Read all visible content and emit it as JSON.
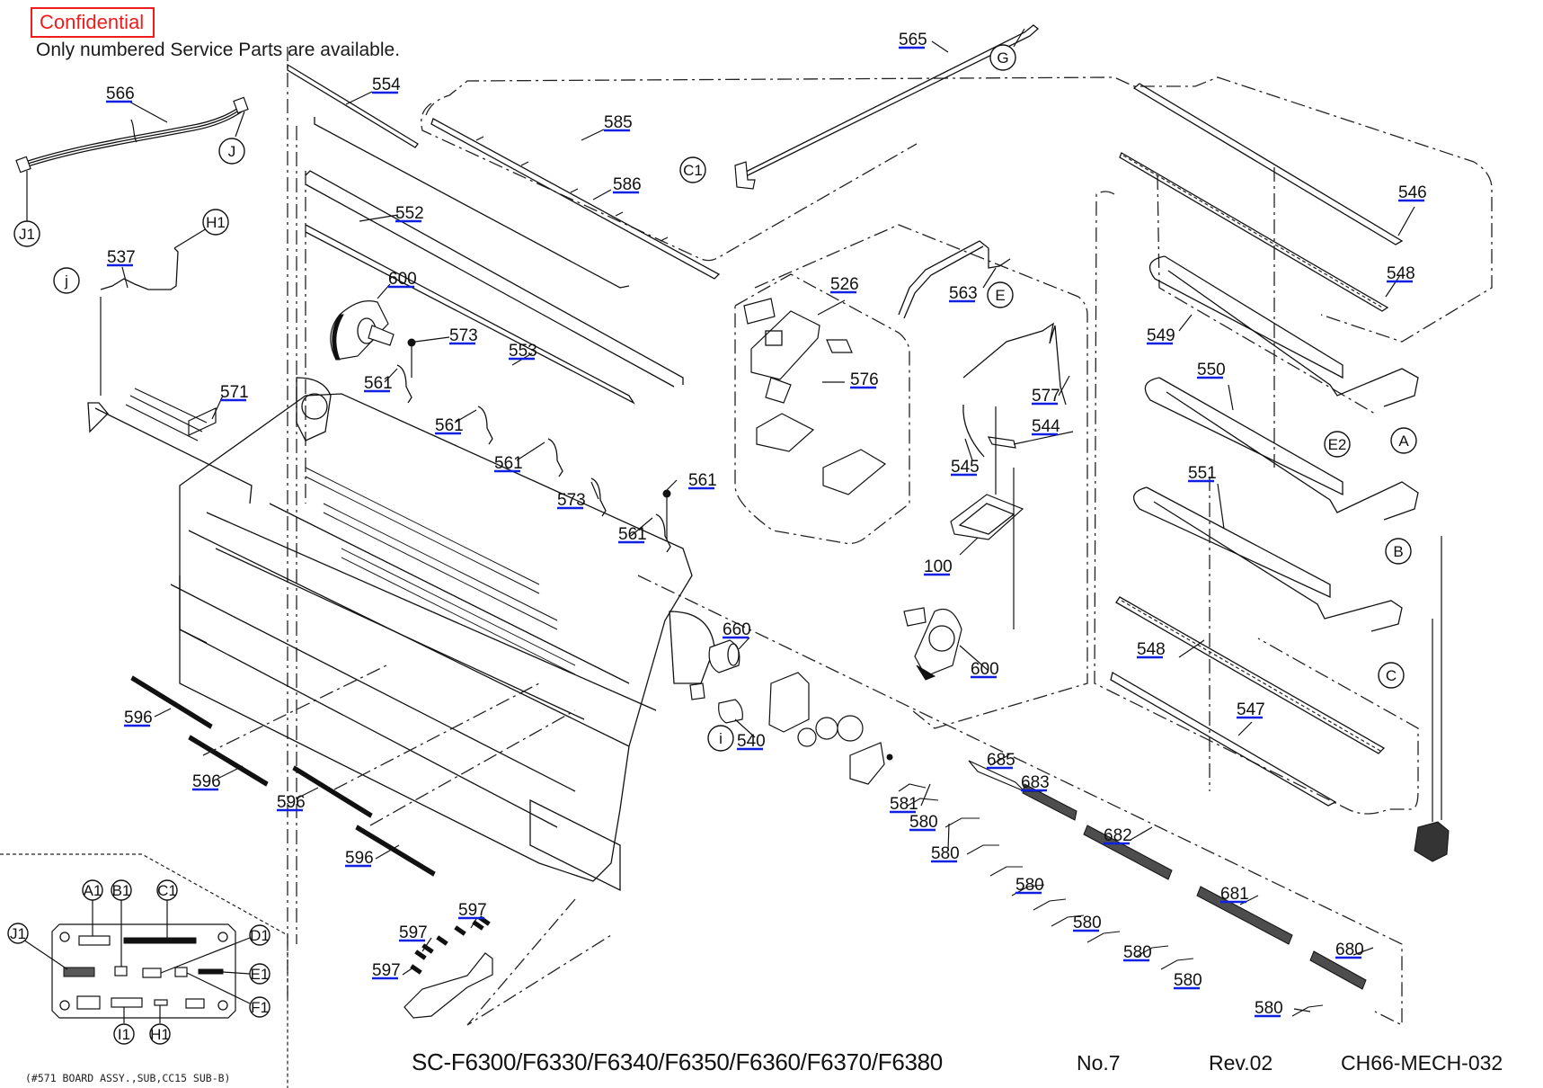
{
  "header": {
    "confidential_label": "Confidential",
    "notice": "Only numbered Service Parts are available."
  },
  "footer": {
    "models": "SC-F6300/F6330/F6340/F6350/F6360/F6370/F6380",
    "page_no": "No.7",
    "revision": "Rev.02",
    "doc_code": "CH66-MECH-032"
  },
  "board_inset": {
    "caption": "(#571 BOARD ASSY.,SUB,CC15 SUB-B)",
    "connectors": [
      "A1",
      "B1",
      "C1",
      "D1",
      "E1",
      "F1",
      "H1",
      "I1",
      "J1"
    ]
  },
  "part_labels": [
    {
      "id": "p566",
      "text": "566"
    },
    {
      "id": "p554",
      "text": "554"
    },
    {
      "id": "p565",
      "text": "565"
    },
    {
      "id": "p585",
      "text": "585"
    },
    {
      "id": "p586",
      "text": "586"
    },
    {
      "id": "p552",
      "text": "552"
    },
    {
      "id": "p537",
      "text": "537"
    },
    {
      "id": "p600a",
      "text": "600"
    },
    {
      "id": "p573a",
      "text": "573"
    },
    {
      "id": "p553",
      "text": "553"
    },
    {
      "id": "p561a",
      "text": "561"
    },
    {
      "id": "p571",
      "text": "571"
    },
    {
      "id": "p561b",
      "text": "561"
    },
    {
      "id": "p561c",
      "text": "561"
    },
    {
      "id": "p561d",
      "text": "561"
    },
    {
      "id": "p573b",
      "text": "573"
    },
    {
      "id": "p561e",
      "text": "561"
    },
    {
      "id": "p526",
      "text": "526"
    },
    {
      "id": "p576",
      "text": "576"
    },
    {
      "id": "p563",
      "text": "563"
    },
    {
      "id": "p577",
      "text": "577"
    },
    {
      "id": "p544",
      "text": "544"
    },
    {
      "id": "p545",
      "text": "545"
    },
    {
      "id": "p100",
      "text": "100"
    },
    {
      "id": "p546",
      "text": "546"
    },
    {
      "id": "p548a",
      "text": "548"
    },
    {
      "id": "p549",
      "text": "549"
    },
    {
      "id": "p550",
      "text": "550"
    },
    {
      "id": "p551",
      "text": "551"
    },
    {
      "id": "p548b",
      "text": "548"
    },
    {
      "id": "p547",
      "text": "547"
    },
    {
      "id": "p660",
      "text": "660"
    },
    {
      "id": "p600b",
      "text": "600"
    },
    {
      "id": "p540",
      "text": "540"
    },
    {
      "id": "p596a",
      "text": "596"
    },
    {
      "id": "p596b",
      "text": "596"
    },
    {
      "id": "p596c",
      "text": "596"
    },
    {
      "id": "p596d",
      "text": "596"
    },
    {
      "id": "p685",
      "text": "685"
    },
    {
      "id": "p683",
      "text": "683"
    },
    {
      "id": "p581",
      "text": "581"
    },
    {
      "id": "p580a",
      "text": "580"
    },
    {
      "id": "p682",
      "text": "682"
    },
    {
      "id": "p580b",
      "text": "580"
    },
    {
      "id": "p580c",
      "text": "580"
    },
    {
      "id": "p681",
      "text": "681"
    },
    {
      "id": "p580d",
      "text": "580"
    },
    {
      "id": "p580e",
      "text": "580"
    },
    {
      "id": "p580f",
      "text": "580"
    },
    {
      "id": "p680",
      "text": "680"
    },
    {
      "id": "p580g",
      "text": "580"
    },
    {
      "id": "p597a",
      "text": "597"
    },
    {
      "id": "p597b",
      "text": "597"
    },
    {
      "id": "p597c",
      "text": "597"
    }
  ],
  "connector_refs": [
    {
      "id": "cJ",
      "text": "J"
    },
    {
      "id": "cJ1",
      "text": "J1"
    },
    {
      "id": "cH1",
      "text": "H1"
    },
    {
      "id": "cj",
      "text": "j"
    },
    {
      "id": "cG",
      "text": "G"
    },
    {
      "id": "cC1",
      "text": "C1"
    },
    {
      "id": "cE",
      "text": "E"
    },
    {
      "id": "cE2",
      "text": "E2"
    },
    {
      "id": "cA",
      "text": "A"
    },
    {
      "id": "cB",
      "text": "B"
    },
    {
      "id": "cC",
      "text": "C"
    },
    {
      "id": "ci",
      "text": "i"
    }
  ],
  "colors": {
    "confidential": "#ee1c1c",
    "link_underline": "#1020e0"
  }
}
